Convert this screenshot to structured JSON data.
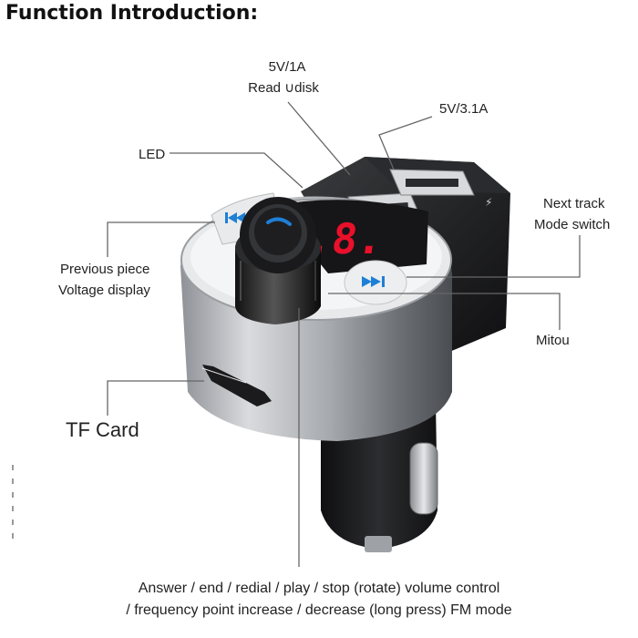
{
  "title": "Function Introduction:",
  "labels": {
    "usb_1a_line1": "5V/1A",
    "usb_1a_line2": "Read ∪disk",
    "usb_31a": "5V/3.1A",
    "led": "LED",
    "next_track_line1": "Next track",
    "next_track_line2": "Mode switch",
    "prev_line1": "Previous piece",
    "prev_line2": "Voltage display",
    "mitou": "Mitou",
    "tf_card": "TF Card"
  },
  "display_reading": "8.8.",
  "bottom_caption": {
    "line1": "Answer / end / redial / play / stop (rotate) volume control",
    "line2": "/ frequency point increase / decrease (long press) FM mode"
  },
  "colors": {
    "display_red": "#e8102a",
    "button_blue": "#1e7fd6",
    "body_dark": "#1c1c1e",
    "silver": "#b9bcc0"
  },
  "icons": {
    "previous_button": "previous-track-icon",
    "next_button": "next-track-icon",
    "knob": "phone-answer-icon"
  }
}
